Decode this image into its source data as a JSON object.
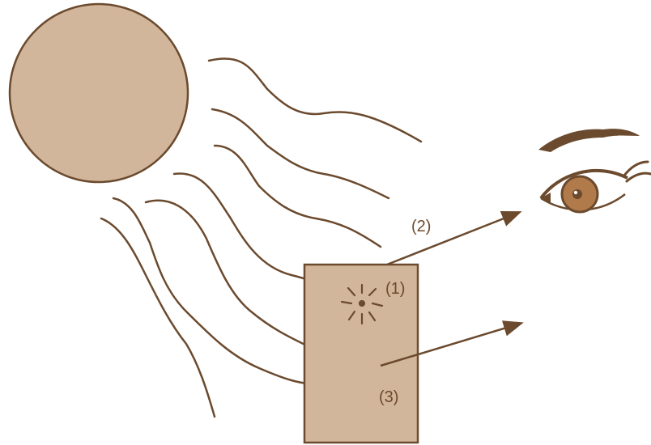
{
  "labels": {
    "one": "(1)",
    "two": "(2)",
    "three": "(3)"
  },
  "colors": {
    "fill": "#d2b69b",
    "stroke": "#6b4a2e",
    "iris": "#b07a4a",
    "background": "#ffffff"
  },
  "icons": {
    "sun": "sun-icon",
    "eye": "eye-icon",
    "emission": "emission-burst-icon",
    "sample": "sample-rectangle"
  }
}
